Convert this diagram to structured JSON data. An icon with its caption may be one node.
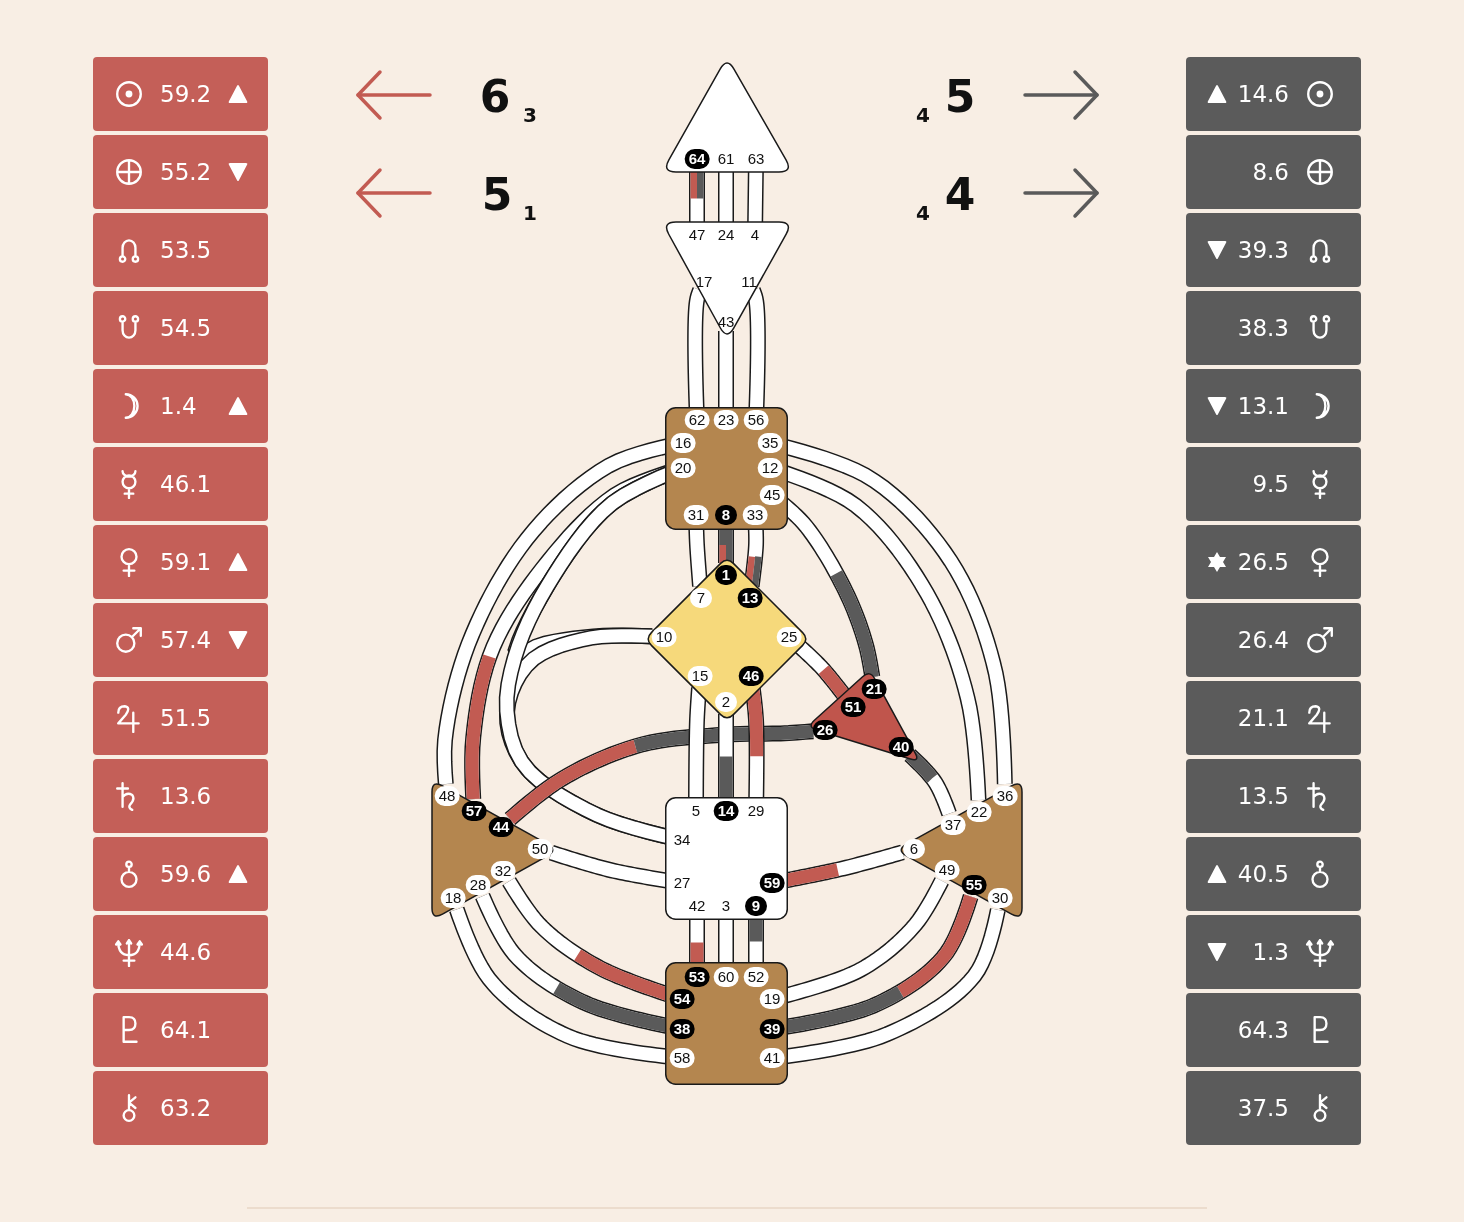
{
  "diagram": {
    "nodes": [
      {
        "text": [
          "59.2"
        ]
      },
      {
        "text": [
          "55.2"
        ]
      },
      {
        "text": [
          "53.5"
        ]
      },
      {
        "text": [
          "54.5"
        ]
      },
      {
        "text": [
          "1.4"
        ]
      },
      {
        "text": [
          "46.1"
        ]
      },
      {
        "text": [
          "59.1"
        ]
      },
      {
        "text": [
          "57.4"
        ]
      },
      {
        "text": [
          "51.5"
        ]
      },
      {
        "text": [
          "13.6"
        ]
      },
      {
        "text": [
          "59.6"
        ]
      },
      {
        "text": [
          "44.6"
        ]
      },
      {
        "text": [
          "64.1"
        ]
      },
      {
        "text": [
          "63.2"
        ]
      },
      {
        "text": [],
        "shape": "triangle"
      },
      {
        "text": [
          "64"
        ],
        "in": 14
      },
      {
        "text": [
          "61"
        ],
        "in": 14
      },
      {
        "text": [
          "63"
        ],
        "in": 14
      },
      {
        "text": [],
        "shape": "triangle"
      },
      {
        "text": [
          "47"
        ],
        "in": 18
      },
      {
        "text": [
          "24"
        ],
        "in": 18
      },
      {
        "text": [
          "4"
        ],
        "in": 18
      },
      {
        "text": [
          "17"
        ],
        "in": 18
      },
      {
        "text": [
          "11"
        ],
        "in": 18
      },
      {
        "text": [
          "43"
        ],
        "in": 18
      },
      {
        "text": [],
        "shape": "box"
      },
      {
        "text": [
          "62"
        ],
        "in": 25
      },
      {
        "text": [
          "23"
        ],
        "in": 25
      },
      {
        "text": [
          "56"
        ],
        "in": 25
      },
      {
        "text": [
          "16"
        ],
        "in": 25
      },
      {
        "text": [
          "35"
        ],
        "in": 25
      },
      {
        "text": [
          "20"
        ],
        "in": 25
      },
      {
        "text": [
          "12"
        ],
        "in": 25
      },
      {
        "text": [
          "45"
        ],
        "in": 25
      },
      {
        "text": [
          "31"
        ],
        "in": 25
      },
      {
        "text": [
          "8"
        ],
        "in": 25
      },
      {
        "text": [
          "33"
        ],
        "in": 25
      },
      {
        "text": [],
        "shape": "diamond"
      },
      {
        "text": [
          "1"
        ],
        "in": 37
      },
      {
        "text": [
          "7"
        ],
        "in": 37
      },
      {
        "text": [
          "13"
        ],
        "in": 37
      },
      {
        "text": [
          "10"
        ],
        "in": 37
      },
      {
        "text": [
          "25"
        ],
        "in": 37
      },
      {
        "text": [
          "15"
        ],
        "in": 37
      },
      {
        "text": [
          "46"
        ],
        "in": 37
      },
      {
        "text": [
          "2"
        ],
        "in": 37
      },
      {
        "text": [],
        "shape": "triangle"
      },
      {
        "text": [
          "21"
        ],
        "in": 46
      },
      {
        "text": [
          "51"
        ],
        "in": 46
      },
      {
        "text": [
          "26"
        ],
        "in": 46
      },
      {
        "text": [
          "40"
        ],
        "in": 46
      },
      {
        "text": [],
        "shape": "triangle"
      },
      {
        "text": [
          "48"
        ],
        "in": 51
      },
      {
        "text": [
          "57"
        ],
        "in": 51
      },
      {
        "text": [
          "44"
        ],
        "in": 51
      },
      {
        "text": [
          "50"
        ],
        "in": 51
      },
      {
        "text": [
          "32"
        ],
        "in": 51
      },
      {
        "text": [
          "28"
        ],
        "in": 51
      },
      {
        "text": [
          "18"
        ],
        "in": 51
      },
      {
        "text": [],
        "shape": "box"
      },
      {
        "text": [
          "5"
        ],
        "in": 59
      },
      {
        "text": [
          "14"
        ],
        "in": 59
      },
      {
        "text": [
          "29"
        ],
        "in": 59
      },
      {
        "text": [
          "34"
        ],
        "in": 59
      },
      {
        "text": [
          "27"
        ],
        "in": 59
      },
      {
        "text": [
          "59"
        ],
        "in": 59
      },
      {
        "text": [
          "42"
        ],
        "in": 59
      },
      {
        "text": [
          "3"
        ],
        "in": 59
      },
      {
        "text": [
          "9"
        ],
        "in": 59
      },
      {
        "text": [],
        "shape": "triangle"
      },
      {
        "text": [
          "36"
        ],
        "in": 69
      },
      {
        "text": [
          "22"
        ],
        "in": 69
      },
      {
        "text": [
          "37"
        ],
        "in": 69
      },
      {
        "text": [
          "6"
        ],
        "in": 69
      },
      {
        "text": [
          "49"
        ],
        "in": 69
      },
      {
        "text": [
          "55"
        ],
        "in": 69
      },
      {
        "text": [
          "30"
        ],
        "in": 69
      },
      {
        "text": [],
        "shape": "box"
      },
      {
        "text": [
          "53"
        ],
        "in": 77
      },
      {
        "text": [
          "60"
        ],
        "in": 77
      },
      {
        "text": [
          "52"
        ],
        "in": 77
      },
      {
        "text": [
          "54"
        ],
        "in": 77
      },
      {
        "text": [
          "19"
        ],
        "in": 77
      },
      {
        "text": [
          "38"
        ],
        "in": 77
      },
      {
        "text": [
          "39"
        ],
        "in": 77
      },
      {
        "text": [
          "58"
        ],
        "in": 77
      },
      {
        "text": [
          "41"
        ],
        "in": 77
      },
      {
        "text": [
          "14.6"
        ]
      },
      {
        "text": [
          "8.6"
        ]
      },
      {
        "text": [
          "39.3"
        ]
      },
      {
        "text": [
          "38.3"
        ]
      },
      {
        "text": [
          "13.1"
        ]
      },
      {
        "text": [
          "9.5"
        ]
      },
      {
        "text": [
          "26.5"
        ]
      },
      {
        "text": [
          "26.4"
        ]
      },
      {
        "text": [
          "21.1"
        ]
      },
      {
        "text": [
          "13.5"
        ]
      },
      {
        "text": [
          "40.5"
        ]
      },
      {
        "text": [
          "1.3"
        ]
      },
      {
        "text": [
          "64.3"
        ]
      },
      {
        "text": [
          "37.5"
        ]
      }
    ],
    "edges": [
      {
        "from": 15,
        "to": 19,
        "arrow": "none"
      },
      {
        "from": 16,
        "to": 20,
        "arrow": "none"
      },
      {
        "from": 17,
        "to": 21,
        "arrow": "none"
      },
      {
        "from": 22,
        "to": 26,
        "arrow": "none"
      },
      {
        "from": 24,
        "to": 27,
        "arrow": "none"
      },
      {
        "from": 23,
        "to": 28,
        "arrow": "none"
      },
      {
        "from": 34,
        "to": 39,
        "arrow": "none"
      },
      {
        "from": 35,
        "to": 38,
        "arrow": "none"
      },
      {
        "from": 36,
        "to": 40,
        "arrow": "none"
      },
      {
        "from": 33,
        "to": 47,
        "arrow": "none"
      },
      {
        "from": 29,
        "to": 52,
        "arrow": "none"
      },
      {
        "from": 31,
        "to": 53,
        "arrow": "none"
      },
      {
        "from": 41,
        "to": 31,
        "arrow": "none"
      },
      {
        "from": 41,
        "to": 63,
        "arrow": "none"
      },
      {
        "from": 31,
        "to": 63,
        "arrow": "none"
      },
      {
        "from": 54,
        "to": 49,
        "arrow": "none"
      },
      {
        "from": 42,
        "to": 48,
        "arrow": "none"
      },
      {
        "from": 43,
        "to": 60,
        "arrow": "none"
      },
      {
        "from": 45,
        "to": 61,
        "arrow": "none"
      },
      {
        "from": 44,
        "to": 62,
        "arrow": "none"
      },
      {
        "from": 55,
        "to": 64,
        "arrow": "none"
      },
      {
        "from": 65,
        "to": 73,
        "arrow": "none"
      },
      {
        "from": 66,
        "to": 78,
        "arrow": "none"
      },
      {
        "from": 67,
        "to": 79,
        "arrow": "none"
      },
      {
        "from": 68,
        "to": 80,
        "arrow": "none"
      },
      {
        "from": 56,
        "to": 81,
        "arrow": "none"
      },
      {
        "from": 57,
        "to": 83,
        "arrow": "none"
      },
      {
        "from": 58,
        "to": 85,
        "arrow": "none"
      },
      {
        "from": 50,
        "to": 72,
        "arrow": "none"
      },
      {
        "from": 30,
        "to": 70,
        "arrow": "none"
      },
      {
        "from": 32,
        "to": 71,
        "arrow": "none"
      },
      {
        "from": 74,
        "to": 82,
        "arrow": "none"
      },
      {
        "from": 75,
        "to": 84,
        "arrow": "none"
      },
      {
        "from": 76,
        "to": 86,
        "arrow": "none"
      }
    ],
    "labels": [
      "6",
      "3",
      "4",
      "5",
      "5",
      "1",
      "4",
      "4"
    ]
  }
}
